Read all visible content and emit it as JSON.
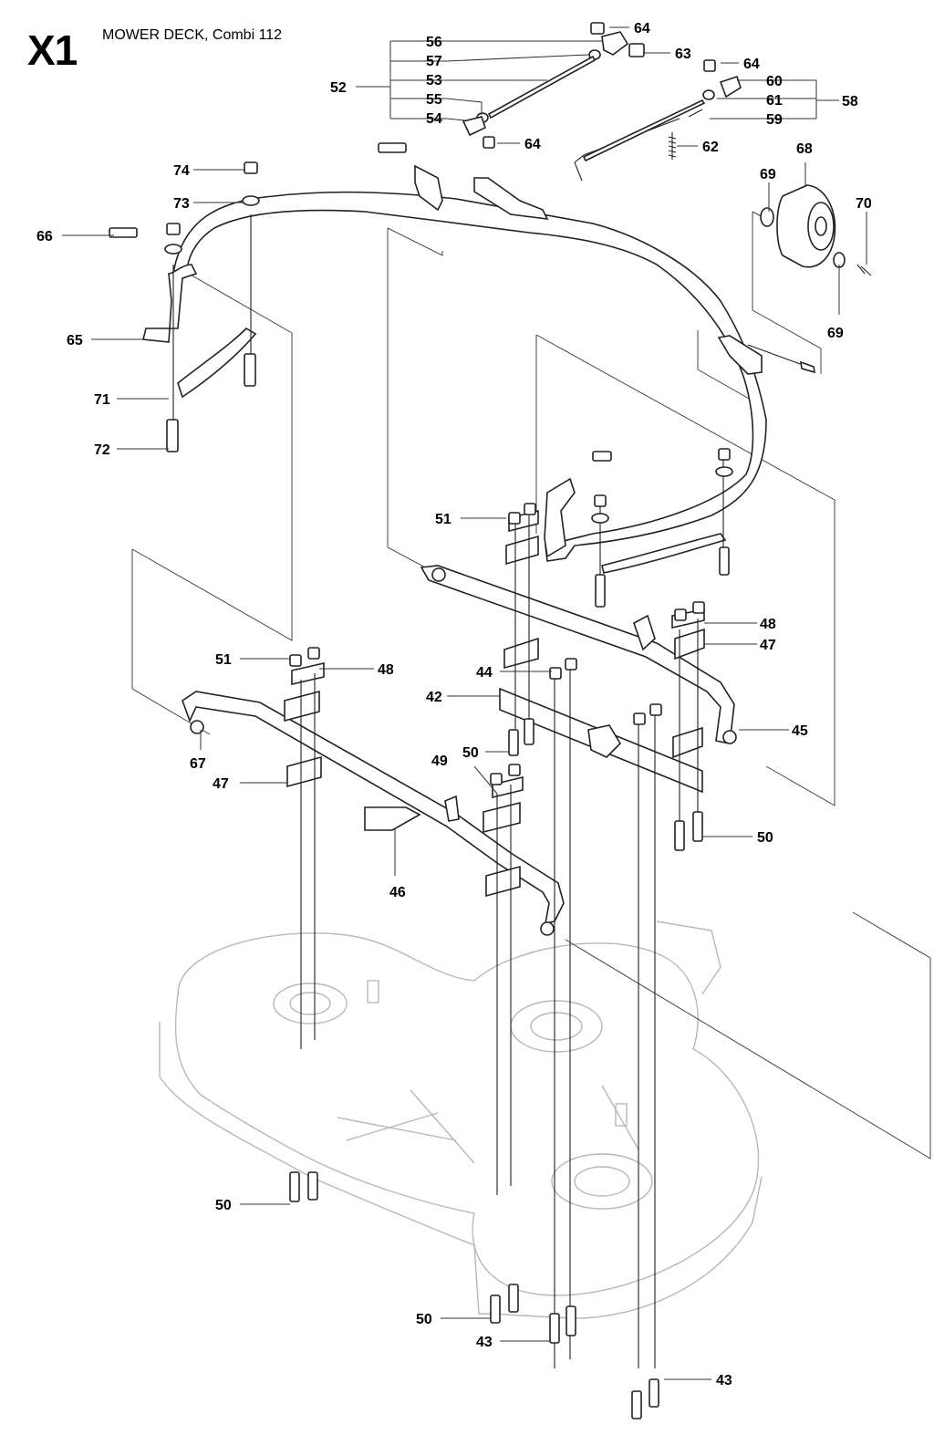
{
  "header": {
    "section_code": "X1",
    "title": "MOWER DECK, Combi 112"
  },
  "callouts": [
    {
      "id": "c56",
      "text": "56"
    },
    {
      "id": "c57",
      "text": "57"
    },
    {
      "id": "c53",
      "text": "53"
    },
    {
      "id": "c55",
      "text": "55"
    },
    {
      "id": "c54",
      "text": "54"
    },
    {
      "id": "c52",
      "text": "52"
    },
    {
      "id": "c64a",
      "text": "64"
    },
    {
      "id": "c63",
      "text": "63"
    },
    {
      "id": "c64b",
      "text": "64"
    },
    {
      "id": "c64c",
      "text": "64"
    },
    {
      "id": "c60",
      "text": "60"
    },
    {
      "id": "c61",
      "text": "61"
    },
    {
      "id": "c59",
      "text": "59"
    },
    {
      "id": "c58",
      "text": "58"
    },
    {
      "id": "c62",
      "text": "62"
    },
    {
      "id": "c68",
      "text": "68"
    },
    {
      "id": "c69a",
      "text": "69"
    },
    {
      "id": "c70",
      "text": "70"
    },
    {
      "id": "c69b",
      "text": "69"
    },
    {
      "id": "c74",
      "text": "74"
    },
    {
      "id": "c73",
      "text": "73"
    },
    {
      "id": "c66",
      "text": "66"
    },
    {
      "id": "c65",
      "text": "65"
    },
    {
      "id": "c71",
      "text": "71"
    },
    {
      "id": "c72",
      "text": "72"
    },
    {
      "id": "c51a",
      "text": "51"
    },
    {
      "id": "c48a",
      "text": "48"
    },
    {
      "id": "c47a",
      "text": "47"
    },
    {
      "id": "c44",
      "text": "44"
    },
    {
      "id": "c42",
      "text": "42"
    },
    {
      "id": "c45",
      "text": "45"
    },
    {
      "id": "c50a",
      "text": "50"
    },
    {
      "id": "c50b",
      "text": "50"
    },
    {
      "id": "c51b",
      "text": "51"
    },
    {
      "id": "c48b",
      "text": "48"
    },
    {
      "id": "c67",
      "text": "67"
    },
    {
      "id": "c47b",
      "text": "47"
    },
    {
      "id": "c49",
      "text": "49"
    },
    {
      "id": "c46",
      "text": "46"
    },
    {
      "id": "c50c",
      "text": "50"
    },
    {
      "id": "c50d",
      "text": "50"
    },
    {
      "id": "c43a",
      "text": "43"
    },
    {
      "id": "c43b",
      "text": "43"
    }
  ]
}
